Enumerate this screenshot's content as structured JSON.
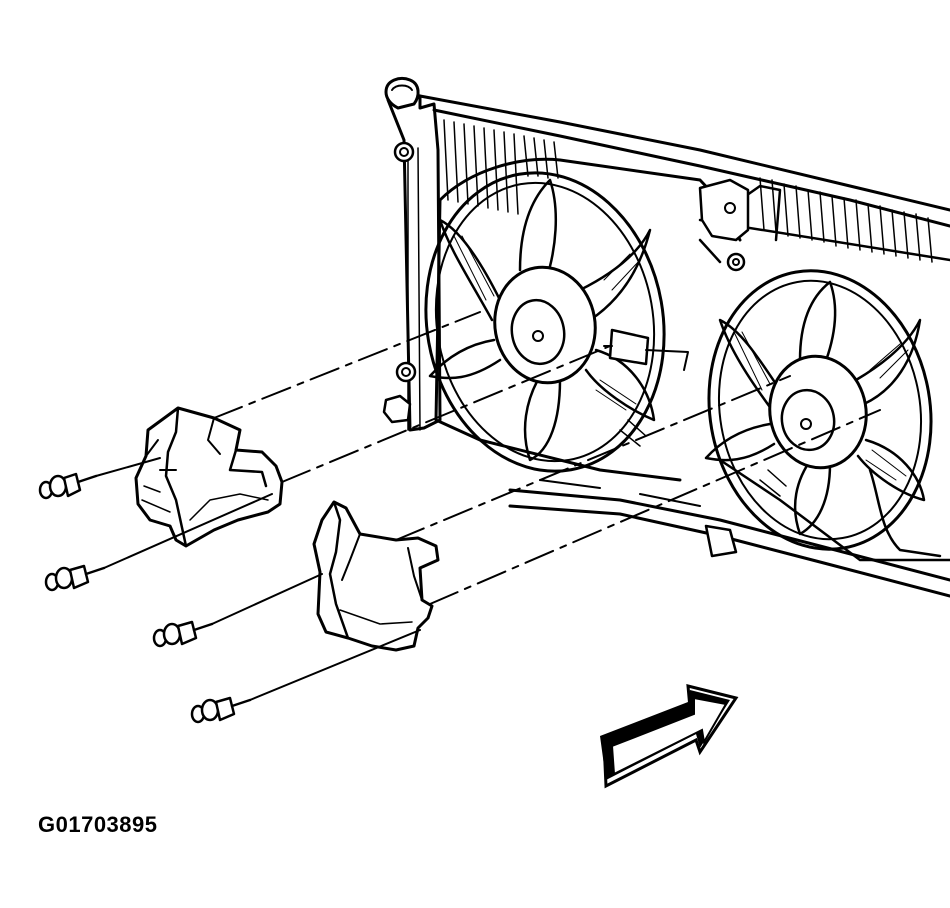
{
  "figure": {
    "id_label": "G01703895"
  },
  "parts": [
    {
      "name": "radiator"
    },
    {
      "name": "cooling-fan-left"
    },
    {
      "name": "cooling-fan-right"
    },
    {
      "name": "fan-shroud"
    },
    {
      "name": "bracket-left"
    },
    {
      "name": "bracket-right"
    },
    {
      "name": "fasteners",
      "count": 4
    },
    {
      "name": "vehicle-front-arrow"
    }
  ],
  "colors": {
    "line": "#000000",
    "background": "#ffffff"
  }
}
